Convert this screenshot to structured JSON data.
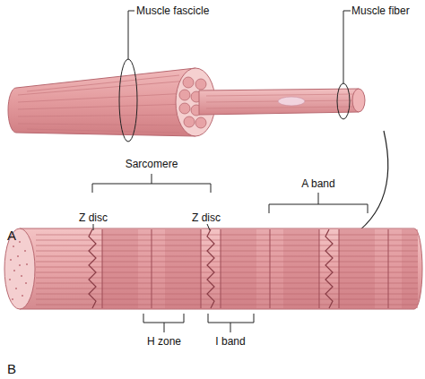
{
  "diagram": {
    "labels": [
      "Muscle fascicle",
      "Muscle fiber",
      "A",
      "Sarcomere",
      "Z disc",
      "Z disc",
      "A band",
      "B",
      "H zone",
      "I band"
    ]
  }
}
